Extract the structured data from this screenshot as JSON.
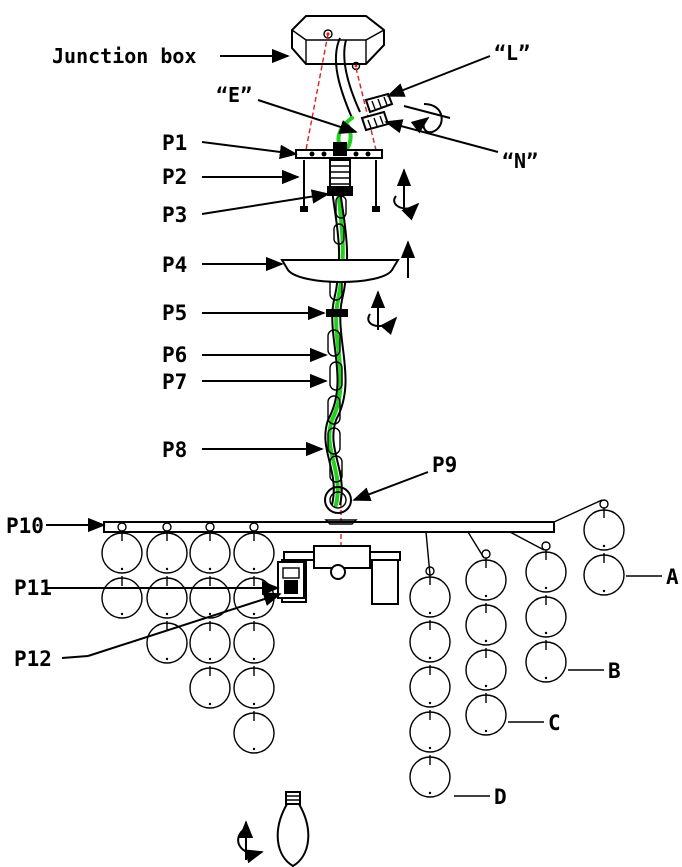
{
  "labels": {
    "junction_box": "Junction box",
    "wire_l": "“L”",
    "wire_e": "“E”",
    "wire_n": "“N”",
    "p1": "P1",
    "p2": "P2",
    "p3": "P3",
    "p4": "P4",
    "p5": "P5",
    "p6": "P6",
    "p7": "P7",
    "p8": "P8",
    "p9": "P9",
    "p10": "P10",
    "p11": "P11",
    "p12": "P12",
    "group_a": "A",
    "group_b": "B",
    "group_c": "C",
    "group_d": "D"
  },
  "colors": {
    "ground_wire": "#22d11c",
    "guide_lines": "#e0201a",
    "line_art": "#000000"
  },
  "icons": [
    "rotate-arrow-icon",
    "up-arrow-icon",
    "bulb-icon"
  ]
}
